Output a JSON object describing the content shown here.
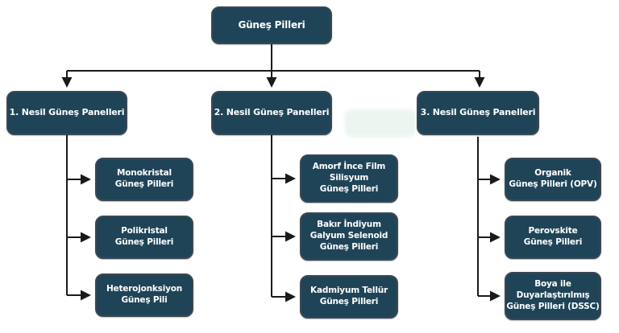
{
  "diagram": {
    "type": "flowchart-tree",
    "root": {
      "label": "Güneş Pilleri"
    },
    "branches": [
      {
        "label": "1. Nesil Güneş Panelleri",
        "children": [
          "Monokristal\nGüneş Pilleri",
          "Polikristal\nGüneş Pilleri",
          "Heterojonksiyon\nGüneş Pili"
        ]
      },
      {
        "label": "2. Nesil Güneş Panelleri",
        "children": [
          "Amorf İnce Film\nSilisyum\nGüneş Pilleri",
          "Bakır İndiyum\nGalyum Selenoid\nGüneş Pilleri",
          "Kadmiyum Tellür\nGüneş Pilleri"
        ]
      },
      {
        "label": "3. Nesil Güneş Panelleri",
        "children": [
          "Organik\nGüneş Pilleri (OPV)",
          "Perovskite\nGüneş Pilleri",
          "Boya ile\nDuyarlaştırılmış\nGüneş Pilleri (DSSC)"
        ]
      }
    ],
    "colors": {
      "node_fill": "#1f4458",
      "node_border": "#3a4854",
      "node_text": "#ffffff",
      "connector": "#1a1a1a",
      "background": "#ffffff"
    }
  }
}
